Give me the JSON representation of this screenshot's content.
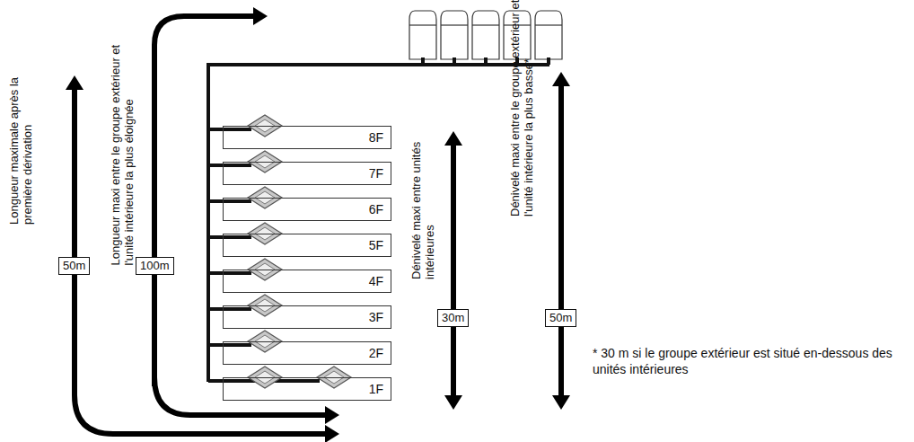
{
  "diagram": {
    "nodes": [
      {
        "text": [
          "8F"
        ]
      },
      {
        "text": [
          "7F"
        ]
      },
      {
        "text": [
          "6F"
        ]
      },
      {
        "text": [
          "5F"
        ]
      },
      {
        "text": [
          "4F"
        ]
      },
      {
        "text": [
          "3F"
        ]
      },
      {
        "text": [
          "2F"
        ]
      },
      {
        "text": [
          "1F"
        ]
      },
      {
        "text": [
          "50m"
        ]
      },
      {
        "text": [
          "100m"
        ]
      },
      {
        "text": [
          "30m"
        ]
      },
      {
        "text": [
          "50m"
        ]
      }
    ],
    "labels": [
      "Longueur maximale après la première dérivation",
      "Longueur maxi entre le groupe extérieur et l'unité intérieure la plus éloignée",
      "Dénivelé maxi entre unités intérieures",
      "Dénivelé maxi entre le groupe extérieur et l'unité intérieure la plus basse*",
      "* 30 m si le groupe extérieur est situé en-dessous des unités intérieures"
    ]
  }
}
